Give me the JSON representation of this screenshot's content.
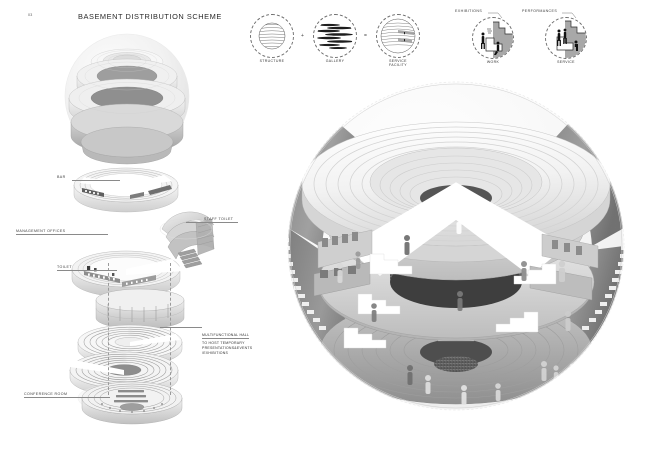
{
  "page": {
    "number": "03",
    "title": "BASEMENT DISTRIBUTION SCHEME",
    "background_color": "#ffffff",
    "ink_color": "#2b2b2b"
  },
  "concept_strip": {
    "items": [
      {
        "id": "structure",
        "label": "STRUCTURE",
        "type": "diagram-circle"
      },
      {
        "id": "gallery",
        "label": "GALLERY",
        "type": "diagram-circle"
      },
      {
        "id": "service",
        "label": "SERVICE\nFACILITY",
        "type": "diagram-circle"
      },
      {
        "id": "work",
        "label": "WORK",
        "type": "program-circle"
      },
      {
        "id": "service2",
        "label": "SERVICE",
        "type": "program-circle"
      }
    ],
    "program_tags": [
      {
        "id": "exhibitions",
        "label": "EXHIBITIONS"
      },
      {
        "id": "performances",
        "label": "PERFORMANCES"
      }
    ],
    "operators": [
      "+",
      "="
    ]
  },
  "exploded_diagram": {
    "title": "exploded axonometric of basement levels",
    "assembled_view_label": "",
    "callouts": [
      {
        "id": "bar",
        "label": "BAR",
        "side": "left"
      },
      {
        "id": "management-offices",
        "label": "MANAGEMENT OFFICES",
        "side": "left"
      },
      {
        "id": "toilet",
        "label": "TOILET",
        "side": "left"
      },
      {
        "id": "staff-toilet",
        "label": "STAFF TOILET",
        "side": "right"
      },
      {
        "id": "conference-room",
        "label": "CONFERENCE ROOM",
        "side": "left"
      }
    ],
    "multifunctional_note": {
      "heading": "MULTIFUNCTIONAL HALL",
      "lines": [
        "TO HOST TEMPORARY",
        "PRESENTATIONS&EVENTS",
        "/EXHIBITIONS"
      ]
    }
  },
  "main_render": {
    "title": "sectional cutaway perspective of spherical building",
    "description": "spherical cutaway showing stacked amphitheatre levels, stairs and figures"
  }
}
